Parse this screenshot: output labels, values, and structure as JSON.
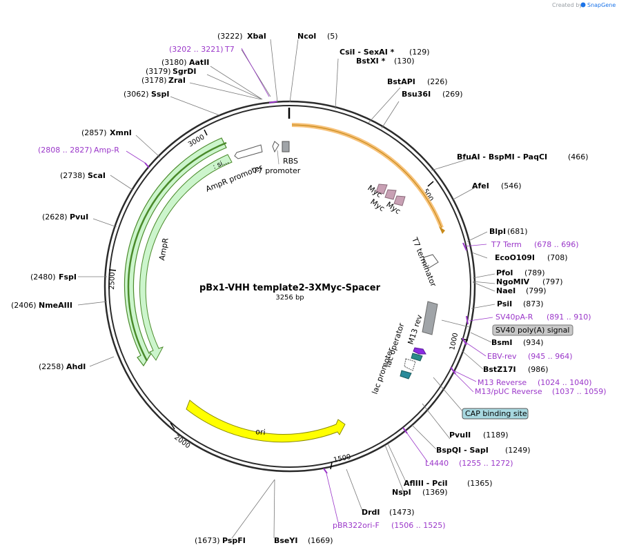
{
  "credit": {
    "created_by": "Created by",
    "brand": "SnapGene"
  },
  "plasmid": {
    "name": "pBx1-VHH template2-3XMyc-Spacer",
    "size": "3256 bp",
    "length": 3256
  },
  "ticks": [
    "500",
    "1000",
    "1500",
    "2000",
    "2500",
    "3000"
  ],
  "features": {
    "t7_promoter": "T7 promoter",
    "rbs": "RBS",
    "ampr_promoter": "AmpR promoter",
    "si": ": si...",
    "ampr": "AmpR",
    "myc1": "Myc",
    "myc2": "Myc",
    "myc3": "Myc",
    "t7_terminator": "T7 terminator",
    "m13_rev": "M13 rev",
    "lac_operator": "lac operator",
    "lac_promoter": "lac promoter",
    "ori": "ori",
    "sv40_box": "SV40 poly(A) signal",
    "cap_box": "CAP binding site"
  },
  "sites": [
    {
      "pos": "(3222)",
      "name": "XbaI"
    },
    {
      "pos": "(5)",
      "name": "NcoI"
    },
    {
      "pos": "(3202 .. 3221)",
      "name": "T7"
    },
    {
      "pos": "(129)",
      "name": "CsiI - SexAI *"
    },
    {
      "pos": "(130)",
      "name": "BstXI *"
    },
    {
      "pos": "(3180)",
      "name": "AatII"
    },
    {
      "pos": "(3179)",
      "name": "SgrDI"
    },
    {
      "pos": "(3178)",
      "name": "ZraI"
    },
    {
      "pos": "(226)",
      "name": "BstAPI"
    },
    {
      "pos": "(269)",
      "name": "Bsu36I"
    },
    {
      "pos": "(3062)",
      "name": "SspI"
    },
    {
      "pos": "(2857)",
      "name": "XmnI"
    },
    {
      "pos": "(2808 .. 2827)",
      "name": "Amp-R"
    },
    {
      "pos": "(466)",
      "name": "BfuAI - BspMI - PaqCI"
    },
    {
      "pos": "(2738)",
      "name": "ScaI"
    },
    {
      "pos": "(546)",
      "name": "AfeI"
    },
    {
      "pos": "(2628)",
      "name": "PvuI"
    },
    {
      "pos": "(681)",
      "name": "BlpI"
    },
    {
      "pos": "(678 .. 696)",
      "name": "T7 Term"
    },
    {
      "pos": "(708)",
      "name": "EcoO109I"
    },
    {
      "pos": "(789)",
      "name": "PfoI"
    },
    {
      "pos": "(797)",
      "name": "NgoMIV"
    },
    {
      "pos": "(799)",
      "name": "NaeI"
    },
    {
      "pos": "(2480)",
      "name": "FspI"
    },
    {
      "pos": "(2406)",
      "name": "NmeAIII"
    },
    {
      "pos": "(873)",
      "name": "PsiI"
    },
    {
      "pos": "(891 .. 910)",
      "name": "SV40pA-R"
    },
    {
      "pos": "(934)",
      "name": "BsmI"
    },
    {
      "pos": "(945 .. 964)",
      "name": "EBV-rev"
    },
    {
      "pos": "(986)",
      "name": "BstZ17I"
    },
    {
      "pos": "(2258)",
      "name": "AhdI"
    },
    {
      "pos": "(1024 .. 1040)",
      "name": "M13 Reverse"
    },
    {
      "pos": "(1037 .. 1059)",
      "name": "M13/pUC Reverse"
    },
    {
      "pos": "(1189)",
      "name": "PvuII"
    },
    {
      "pos": "(1249)",
      "name": "BspQI - SapI"
    },
    {
      "pos": "(1255 .. 1272)",
      "name": "L4440"
    },
    {
      "pos": "(1365)",
      "name": "AflIII - PciI"
    },
    {
      "pos": "(1369)",
      "name": "NspI"
    },
    {
      "pos": "(1473)",
      "name": "DrdI"
    },
    {
      "pos": "(1506 .. 1525)",
      "name": "pBR322ori-F"
    },
    {
      "pos": "(1673)",
      "name": "PspFI"
    },
    {
      "pos": "(1669)",
      "name": "BseYI"
    }
  ],
  "colors": {
    "backbone": "#2b2b2b",
    "primer": "#9a36c9",
    "ampr": "#ccf5cc",
    "ampr_border": "#4a8a2a",
    "ori": "#ffff00",
    "myc": "#c8a0b4",
    "insert_arrow": "#f7c27a",
    "gray_box": "#c8c8c8",
    "cap_box": "#a8d8e0"
  }
}
